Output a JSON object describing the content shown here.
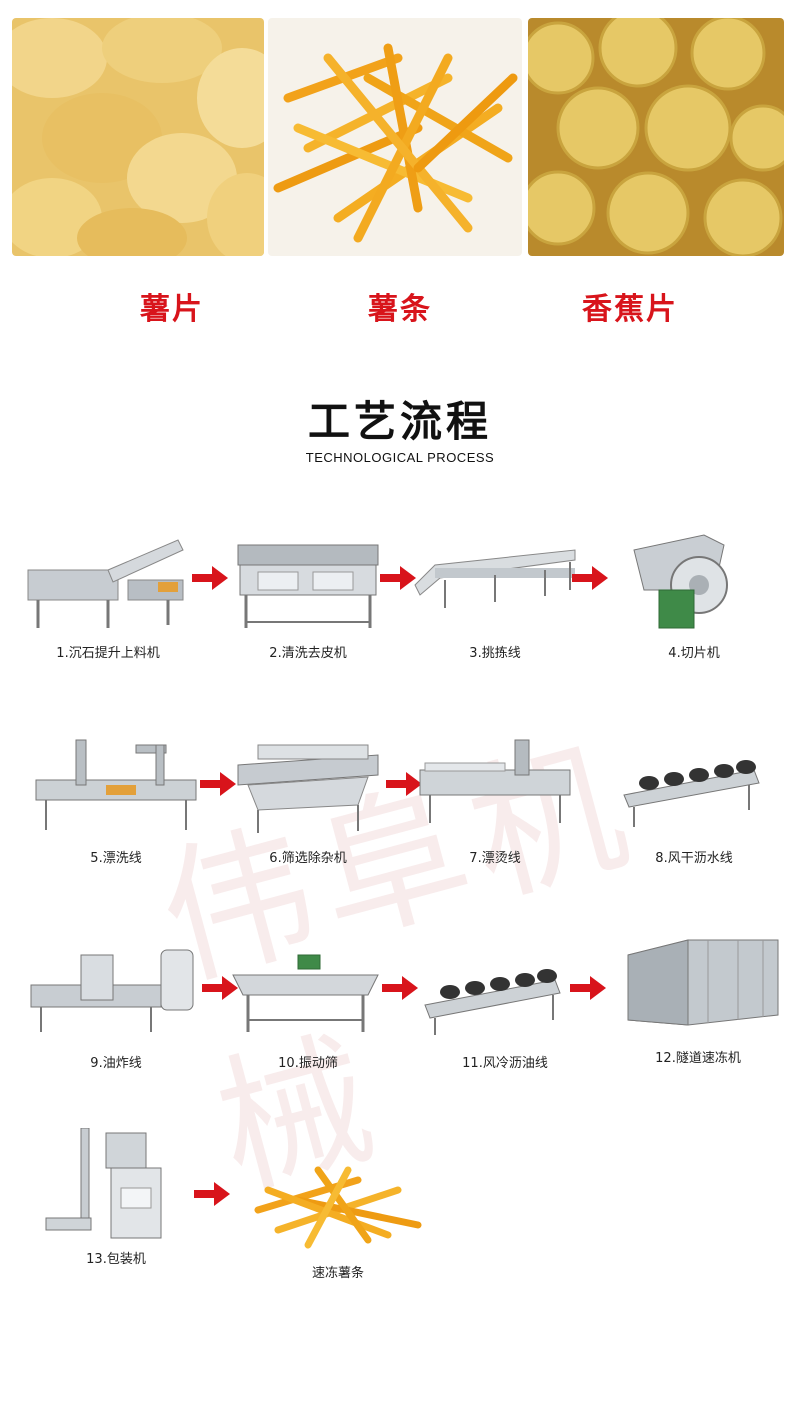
{
  "products": [
    {
      "label": "薯片"
    },
    {
      "label": "薯条"
    },
    {
      "label": "香蕉片"
    }
  ],
  "section": {
    "title": "工艺流程",
    "subtitle": "TECHNOLOGICAL PROCESS"
  },
  "steps": [
    {
      "caption": "1.沉石提升上料机"
    },
    {
      "caption": "2.清洗去皮机"
    },
    {
      "caption": "3.挑拣线"
    },
    {
      "caption": "4.切片机"
    },
    {
      "caption": "5.漂洗线"
    },
    {
      "caption": "6.筛选除杂机"
    },
    {
      "caption": "7.漂烫线"
    },
    {
      "caption": "8.风干沥水线"
    },
    {
      "caption": "9.油炸线"
    },
    {
      "caption": "10.振动筛"
    },
    {
      "caption": "11.风冷沥油线"
    },
    {
      "caption": "12.隧道速冻机"
    },
    {
      "caption": "13.包装机"
    },
    {
      "caption": "速冻薯条"
    }
  ],
  "watermark": "伟阜机械",
  "colors": {
    "accent": "#d8141b",
    "steel": "#b8bec4"
  }
}
